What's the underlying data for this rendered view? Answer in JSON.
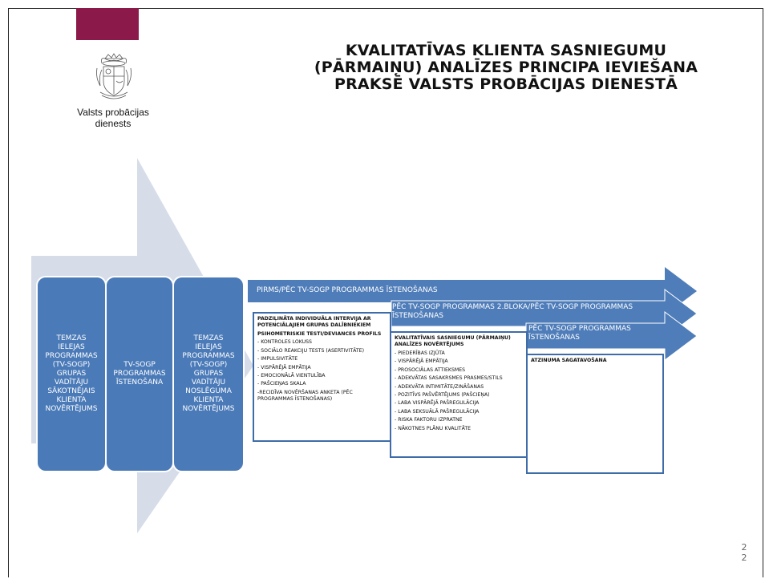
{
  "logo": {
    "line1": "Valsts probācijas",
    "line2": "dienests"
  },
  "title": {
    "line1": "KVALITATĪVAS KLIENTA SASNIEGUMU",
    "line2": "(PĀRMAIŅU) ANALĪZES PRINCIPA IEVIEŠANA",
    "line3": "PRAKSĒ VALSTS PROBĀCIJAS DIENESTĀ"
  },
  "stages": [
    {
      "lines": [
        "TEMZAS",
        "IELEJAS",
        "PROGRAMMAS",
        "(TV-SOGP)",
        "GRUPAS",
        "VADĪTĀJU",
        "SĀKOTNĒJAIS",
        "KLIENTA",
        "NOVĒRTĒJUMS"
      ]
    },
    {
      "lines": [
        "TV-SOGP",
        "PROGRAMMAS",
        "ĪSTENOŠANA"
      ]
    },
    {
      "lines": [
        "TEMZAS",
        "IELEJAS",
        "PROGRAMMAS",
        "(TV-SOGP)",
        "GRUPAS",
        "VADĪTĀJU",
        "NOSLĒGUMA",
        "KLIENTA",
        "NOVĒRTĒJUMS"
      ]
    }
  ],
  "bands": [
    {
      "lines": [
        "PIRMS/PĒC TV-SOGP PROGRAMMAS  ĪSTENOŠANAS"
      ]
    },
    {
      "lines": [
        "PĒC TV-SOGP PROGRAMMAS 2.BLOKA/PĒC  TV-SOGP PROGRAMMAS",
        "ĪSTENOŠANAS"
      ]
    },
    {
      "lines": [
        "PĒC TV-SOGP PROGRAMMAS",
        "ĪSTENOŠANAS"
      ]
    }
  ],
  "boxes": [
    {
      "heading_lines": [
        "PADZIĻINĀTA INDIVIDUĀLA INTERVIJA AR",
        "POTENCIĀLAJIEM GRUPAS DALĪBNIEKIEM"
      ],
      "subheading": "PSIHOMETRISKIE TESTI/DEVIANCES PROFILS",
      "items": [
        "- KONTROLES LOKUSS",
        "- SOCIĀLO REAKCIJU TESTS (ASERTIVITĀTE)",
        "- IMPULSIVITĀTE",
        "- VISPĀRĒJĀ EMPĀTIJA",
        "- EMOCIONĀLĀ VIENTULĪBA",
        "- PAŠCIEŅAS SKALA",
        "-RECIDĪVA NOVĒRŠANAS ANKETA (PĒC",
        "PROGRAMMAS ĪSTENOŠANAS)"
      ]
    },
    {
      "heading_lines": [
        "KVALITATĪVAIS SASNIEGUMU (PĀRMAIŅU)",
        "ANALĪZES NOVĒRTĒJUMS"
      ],
      "subheading": "",
      "items": [
        "- PIEDERĪBAS IZJŪTA",
        "- VISPĀRĒJĀ EMPĀTIJA",
        "- PROSOCIĀLAS ATTIEKSMES",
        "- ADEKVĀTAS SASAKRSMES PRASMES/STILS",
        "- ADEKVĀTA INTIMITĀTE/ZINĀŠANAS",
        "- POZITĪVS PAŠVĒRTĒJUMS (PAŠCIEŅA)",
        "- LABA VISPĀRĒJĀ PAŠREGULĀCIJA",
        "- LABA SEKSUĀLĀ PAŠREGULĀCIJA",
        "- RISKA FAKTORU IZPRATNE",
        "- NĀKOTNES PLĀNU KVALITĀTE"
      ]
    },
    {
      "heading_lines": [
        "ATZINUMA SAGATAVOŠANA"
      ],
      "subheading": "",
      "items": []
    }
  ],
  "page_number": {
    "line1": "2",
    "line2": "2"
  },
  "colors": {
    "accent": "#8b1a4a",
    "stage_blue": "#4a7ab8",
    "band_blue": "#4f7db9",
    "big_arrow": "#d6dde9",
    "box_border": "#3e6ca8"
  }
}
